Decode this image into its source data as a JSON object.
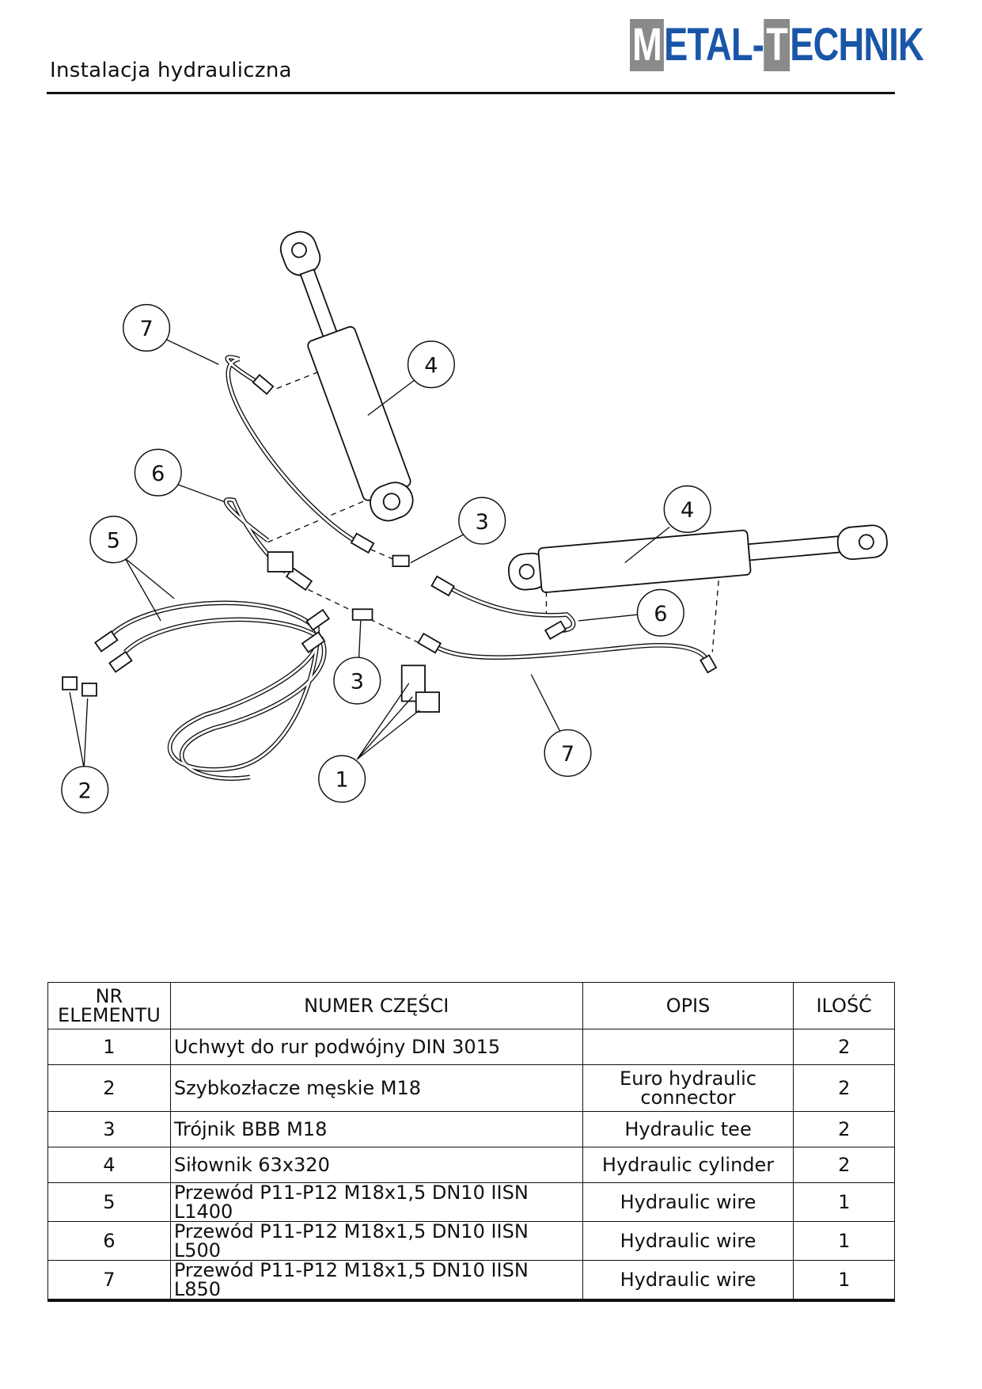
{
  "header": {
    "title": "Instalacja hydrauliczna",
    "logo": {
      "prefix_boxed": "M",
      "part1": "ETAL-",
      "boxed2": "T",
      "part2": "ECHNIK",
      "brand_color": "#1a56a8",
      "box_color": "#8a8a8a"
    }
  },
  "drawing": {
    "callouts": [
      "7",
      "4",
      "6",
      "5",
      "3",
      "4",
      "6",
      "3",
      "7",
      "2",
      "1"
    ]
  },
  "table": {
    "headers": [
      "NR ELEMENTU",
      "NUMER CZĘŚCI",
      "OPIS",
      "ILOŚĆ"
    ],
    "rows": [
      {
        "nr": "1",
        "part": "Uchwyt do rur podwójny DIN 3015",
        "desc": "",
        "qty": "2"
      },
      {
        "nr": "2",
        "part": "Szybkozłacze męskie M18",
        "desc": "Euro hydraulic connector",
        "qty": "2"
      },
      {
        "nr": "3",
        "part": "Trójnik BBB M18",
        "desc": "Hydraulic tee",
        "qty": "2"
      },
      {
        "nr": "4",
        "part": "Siłownik 63x320",
        "desc": "Hydraulic cylinder",
        "qty": "2"
      },
      {
        "nr": "5",
        "part": "Przewód P11-P12 M18x1,5 DN10 IISN L1400",
        "desc": "Hydraulic wire",
        "qty": "1"
      },
      {
        "nr": "6",
        "part": "Przewód P11-P12 M18x1,5 DN10 IISN L500",
        "desc": "Hydraulic wire",
        "qty": "1"
      },
      {
        "nr": "7",
        "part": "Przewód P11-P12 M18x1,5 DN10 IISN L850",
        "desc": "Hydraulic wire",
        "qty": "1"
      }
    ]
  }
}
